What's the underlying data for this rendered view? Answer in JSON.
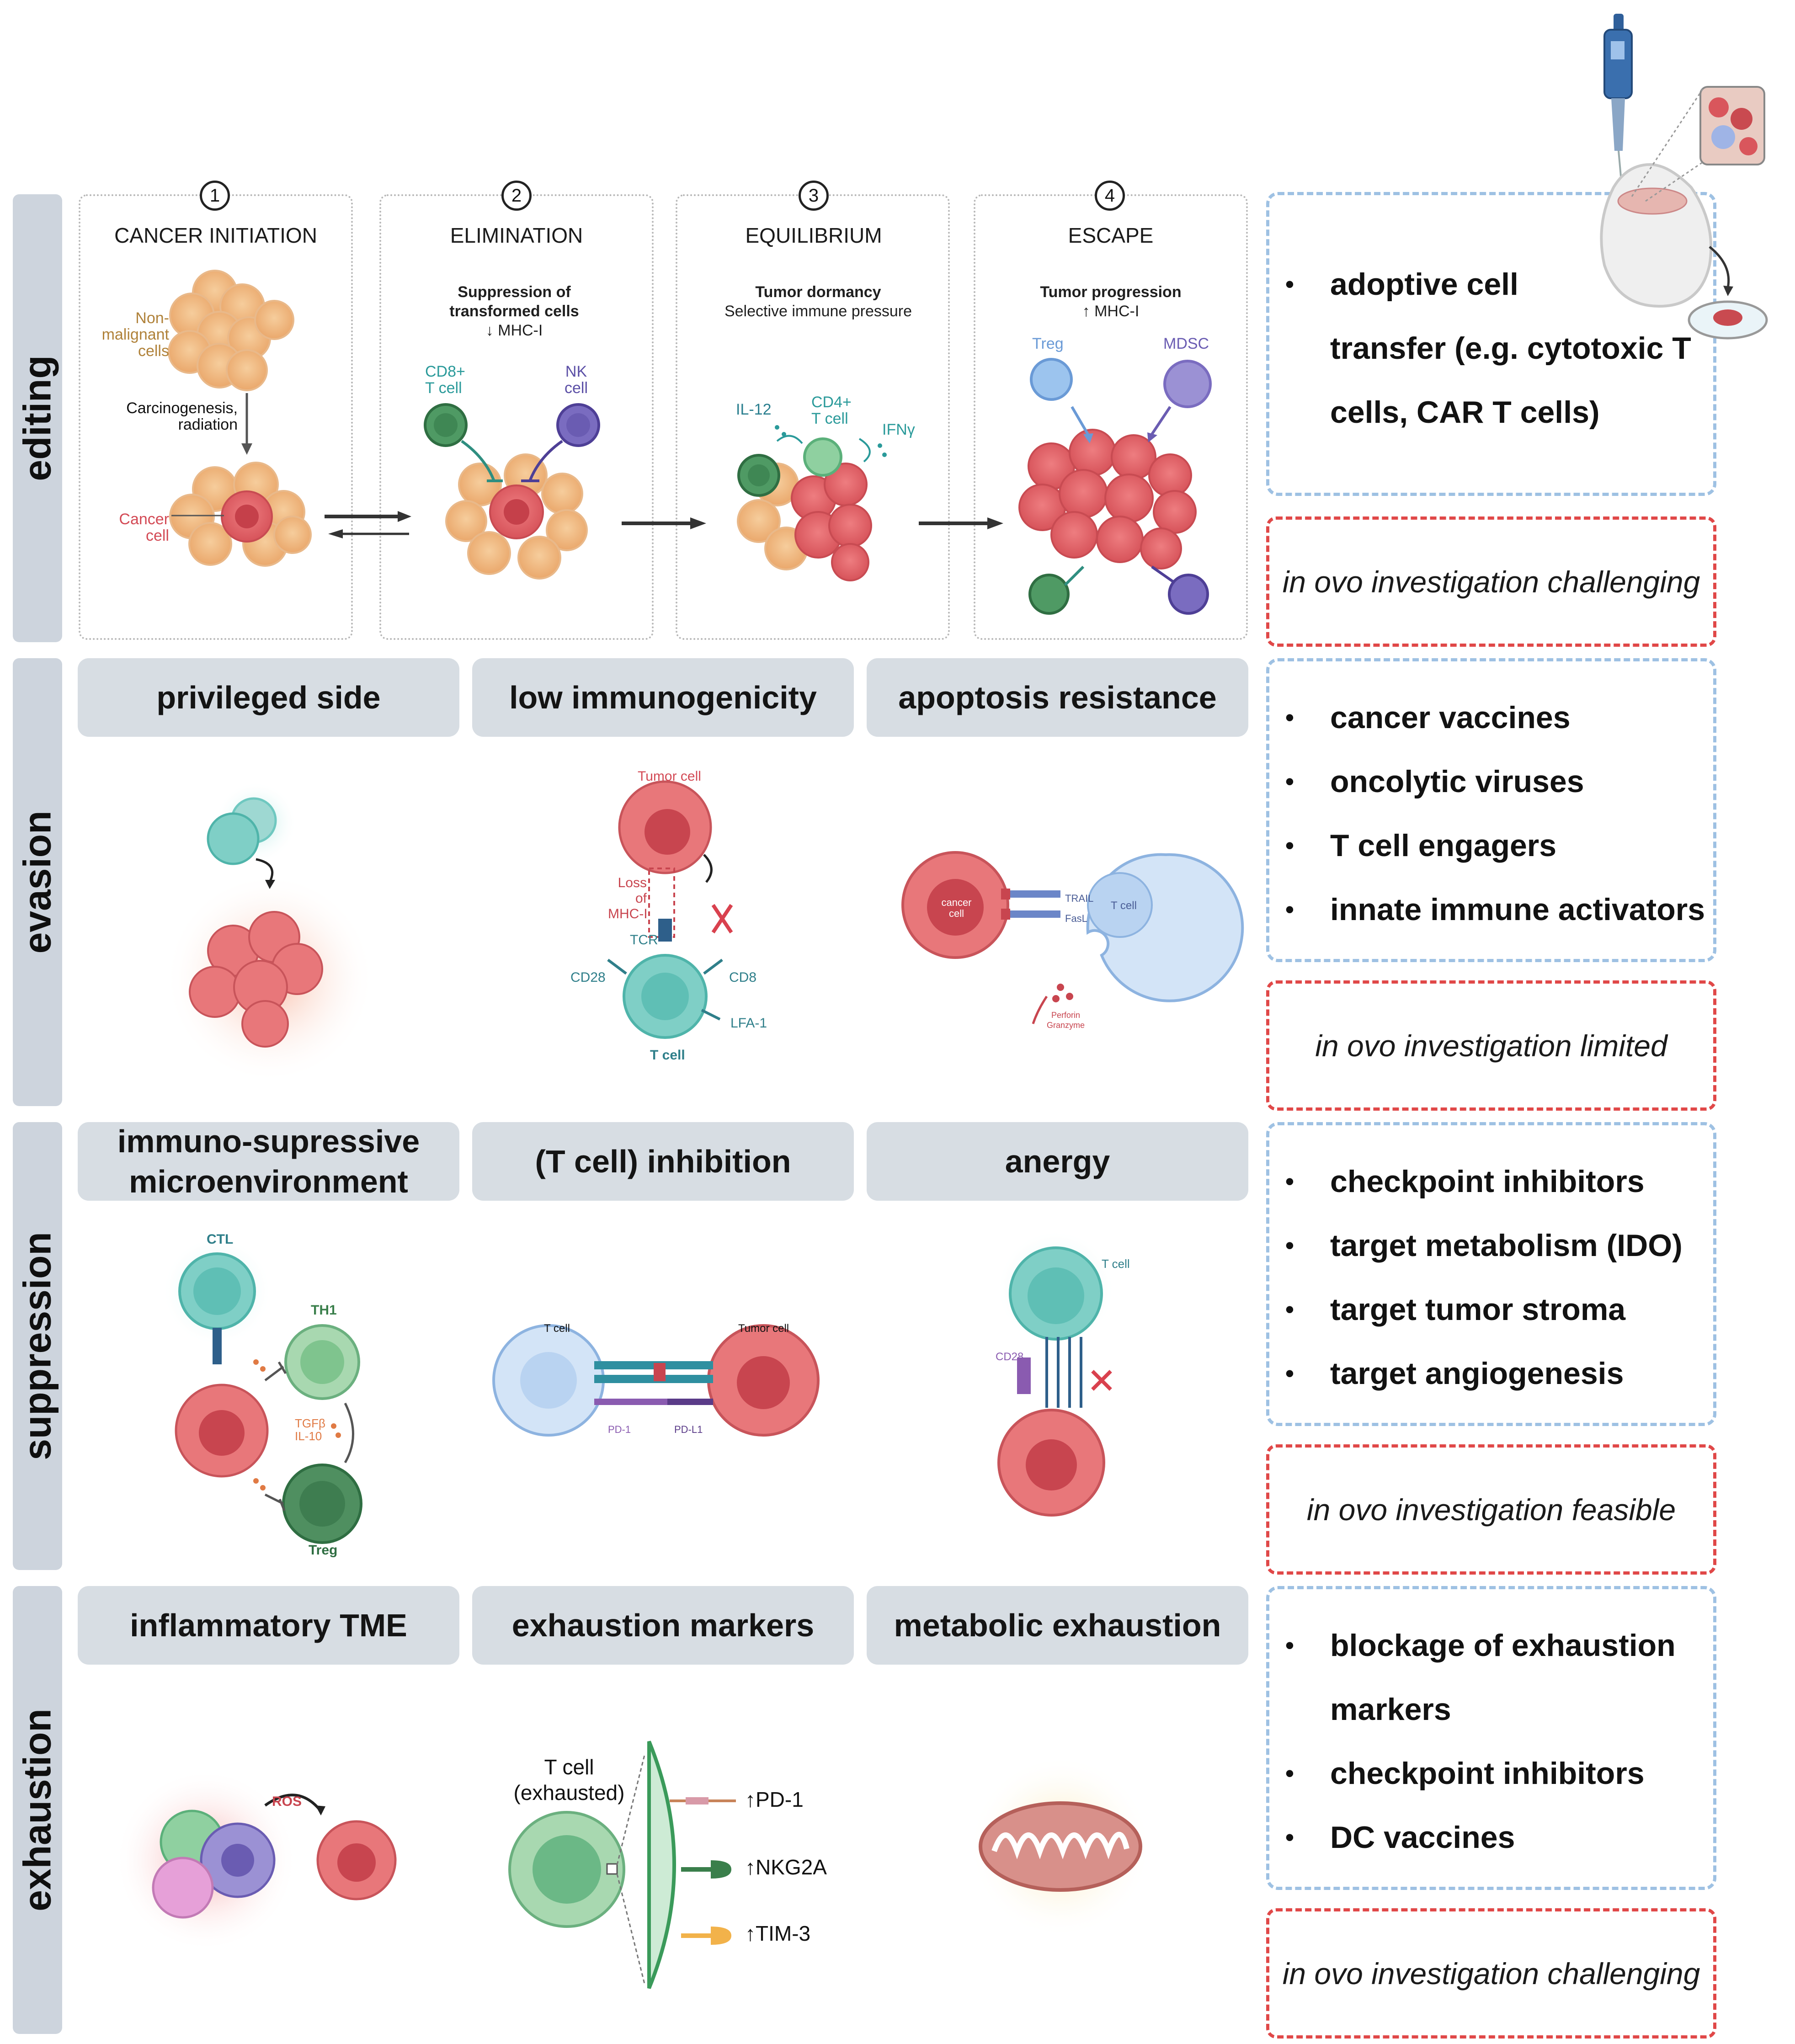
{
  "rows": [
    {
      "key": "editing",
      "label": "editing"
    },
    {
      "key": "evasion",
      "label": "evasion"
    },
    {
      "key": "suppression",
      "label": "suppression"
    },
    {
      "key": "exhaustion",
      "label": "exhaustion"
    }
  ],
  "stages": [
    {
      "num": "1",
      "title": "CANCER INITIATION"
    },
    {
      "num": "2",
      "title": "ELIMINATION",
      "subtitle_bold": "Suppression of transformed cells",
      "subtitle": "↓ MHC-I"
    },
    {
      "num": "3",
      "title": "EQUILIBRIUM",
      "subtitle_bold": "Tumor dormancy",
      "subtitle": "Selective immune pressure"
    },
    {
      "num": "4",
      "title": "ESCAPE",
      "subtitle_bold": "Tumor progression",
      "subtitle": "↑ MHC-I"
    }
  ],
  "editing_labels": {
    "non_malignant": "Non-\nmalignant\ncells",
    "carcinogenesis": "Carcinogenesis,\nradiation",
    "cancer_cell": "Cancer\ncell",
    "cd8": "CD8+\nT cell",
    "nk": "NK\ncell",
    "il12": "IL-12",
    "cd4": "CD4+\nT cell",
    "ifn": "IFNγ",
    "treg": "Treg",
    "mdsc": "MDSC"
  },
  "column_headers": {
    "evasion": [
      "privileged side",
      "low immunogenicity",
      "apoptosis resistance"
    ],
    "suppression": [
      "immuno-supressive microenvironment",
      "(T cell) inhibition",
      "anergy"
    ],
    "exhaustion": [
      "inflammatory TME",
      "exhaustion markers",
      "metabolic exhaustion"
    ]
  },
  "evasion_labels": {
    "tumor_cell": "Tumor cell",
    "loss_mhc": "Loss\nof\nMHC-I",
    "tcr": "TCR",
    "cd28": "CD28",
    "cd8": "CD8",
    "lfa1": "LFA-1",
    "tcell": "T cell",
    "cancer_cell": "cancer\ncell",
    "trail": "TRAIL",
    "fasl": "FasL",
    "tcell2": "T cell",
    "perforin": "Perforin\nGranzyme"
  },
  "suppression_labels": {
    "ctl": "CTL",
    "th1": "TH1",
    "tgf": "TGFβ\nIL-10",
    "treg": "Treg",
    "tcell": "T cell",
    "tumor_cell": "Tumor cell",
    "pd1": "PD-1",
    "pdl1": "PD-L1",
    "tcell_anergy": "T cell",
    "cd28": "CD28"
  },
  "exhaustion_labels": {
    "ros": "ROS",
    "tcell_exhausted": "T cell\n(exhausted)",
    "markers": [
      "↑PD-1",
      "↑NKG2A",
      "↑TIM-3"
    ]
  },
  "therapies": [
    {
      "items": [
        "adoptive cell",
        "transfer (e.g. cytotoxic T",
        "cells, CAR T cells)"
      ],
      "bullets": 1
    },
    {
      "items": [
        "cancer vaccines",
        "oncolytic viruses",
        "T cell engagers",
        "innate immune activators"
      ],
      "bullets": 4
    },
    {
      "items": [
        "checkpoint inhibitors",
        "target metabolism (IDO)",
        "target tumor stroma",
        "target angiogenesis"
      ],
      "bullets": 4
    },
    {
      "items": [
        "blockage of exhaustion",
        "markers",
        "checkpoint inhibitors",
        "DC vaccines"
      ],
      "bullets": 3
    }
  ],
  "investigation": [
    "in ovo investigation challenging",
    "in ovo investigation limited",
    "in ovo investigation feasible",
    "in ovo investigation challenging"
  ],
  "colors": {
    "band": "#cdd4dd",
    "pill": "#d7dde3",
    "blue_dash": "#9ec1e3",
    "red_dash": "#e04848",
    "tumor": "#e8696e",
    "normal": "#f2c08e",
    "cd8": "#4f9a64",
    "nk": "#7a6cc0",
    "teal": "#6fc8c0"
  }
}
